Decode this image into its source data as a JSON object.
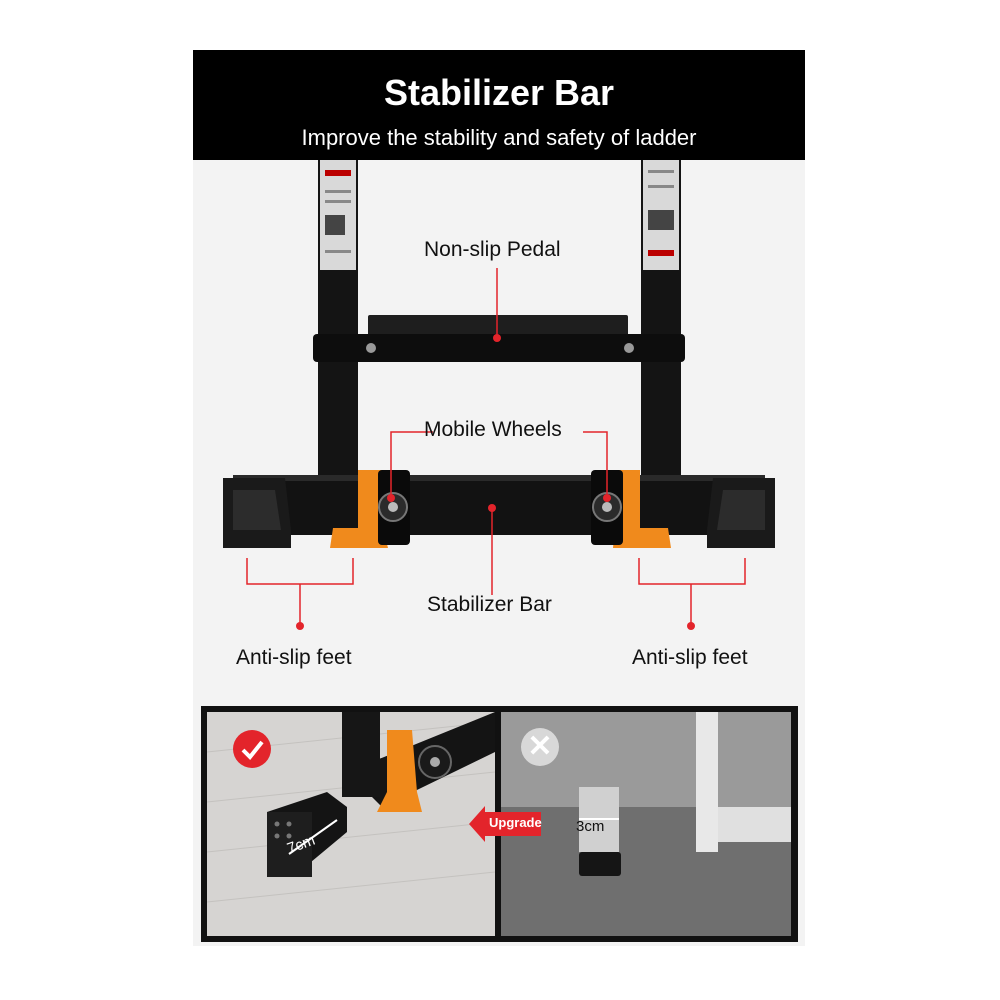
{
  "header": {
    "title": "Stabilizer Bar",
    "subtitle": "Improve the stability and safety of ladder"
  },
  "callouts": {
    "pedal": "Non-slip Pedal",
    "wheels": "Mobile Wheels",
    "bar": "Stabilizer Bar",
    "feet_left": "Anti-slip feet",
    "feet_right": "Anti-slip feet"
  },
  "comparison": {
    "upgrade_label": "Upgrade",
    "new_dimension": "7cm",
    "old_dimension": "3cm",
    "good_mark": "check-icon",
    "bad_mark": "x-icon",
    "bad_mark_glyph": "✕"
  },
  "colors": {
    "accent": "#e3242b",
    "orange": "#f08a1c",
    "black": "#000000"
  }
}
